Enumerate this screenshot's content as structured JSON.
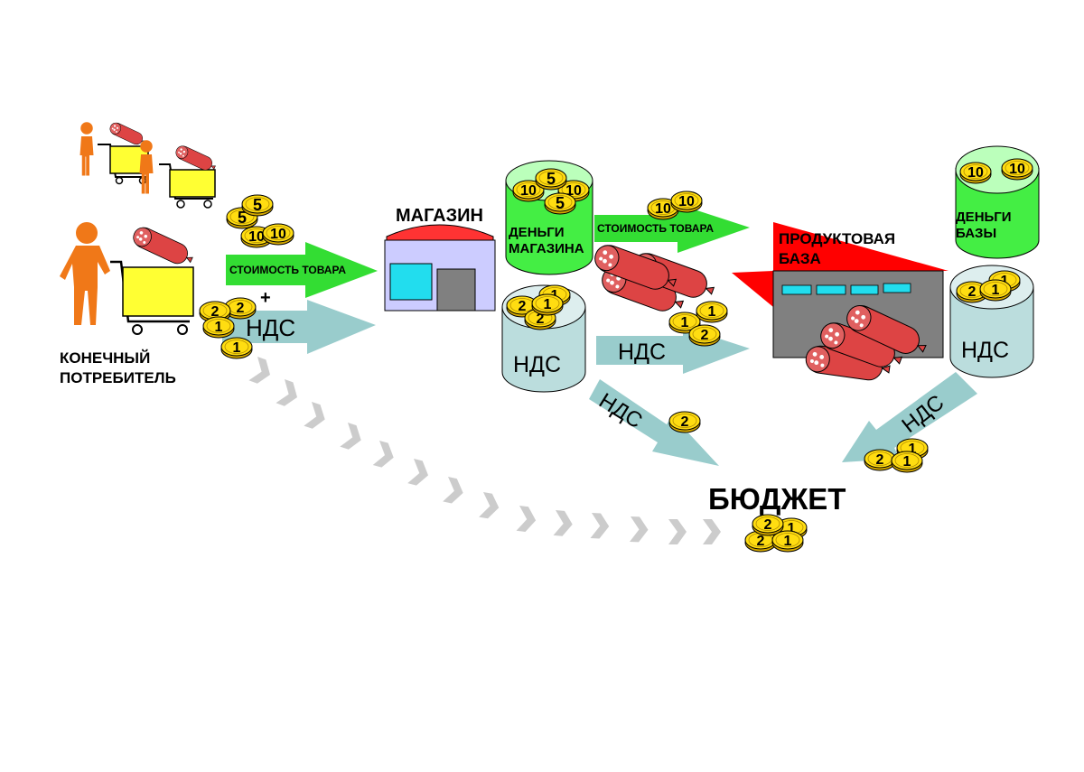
{
  "labels": {
    "consumer_line1": "КОНЕЧНЫЙ",
    "consumer_line2": "ПОТРЕБИТЕЛЬ",
    "store_title": "МАГАЗИН",
    "store_money_line1": "ДЕНЬГИ",
    "store_money_line2": "МАГАЗИНА",
    "goods_cost": "СТОИМОСТЬ ТОВАРА",
    "plus": "+",
    "vat": "НДС",
    "wholesale_line1": "ПРОДУКТОВАЯ",
    "wholesale_line2": "БАЗА",
    "wholesale_money_line1": "ДЕНЬГИ",
    "wholesale_money_line2": "БАЗЫ",
    "budget": "БЮДЖЕТ"
  },
  "coins": {
    "one": "1",
    "two": "2",
    "five": "5",
    "ten": "10"
  },
  "colors": {
    "consumer_figure": "#f07818",
    "cart": "#ffff33",
    "green_arrow": "#33dd33",
    "vat_arrow": "#99cccc",
    "coin": "#ffdd11",
    "sausage": "#dd4444",
    "store_wall": "#ccccff",
    "warehouse_wall": "#808080",
    "warehouse_roof": "#ff0000",
    "money_cylinder": "#44ee44",
    "vat_cylinder": "#bbdddd",
    "dashed_chevrons": "#cccccc"
  }
}
